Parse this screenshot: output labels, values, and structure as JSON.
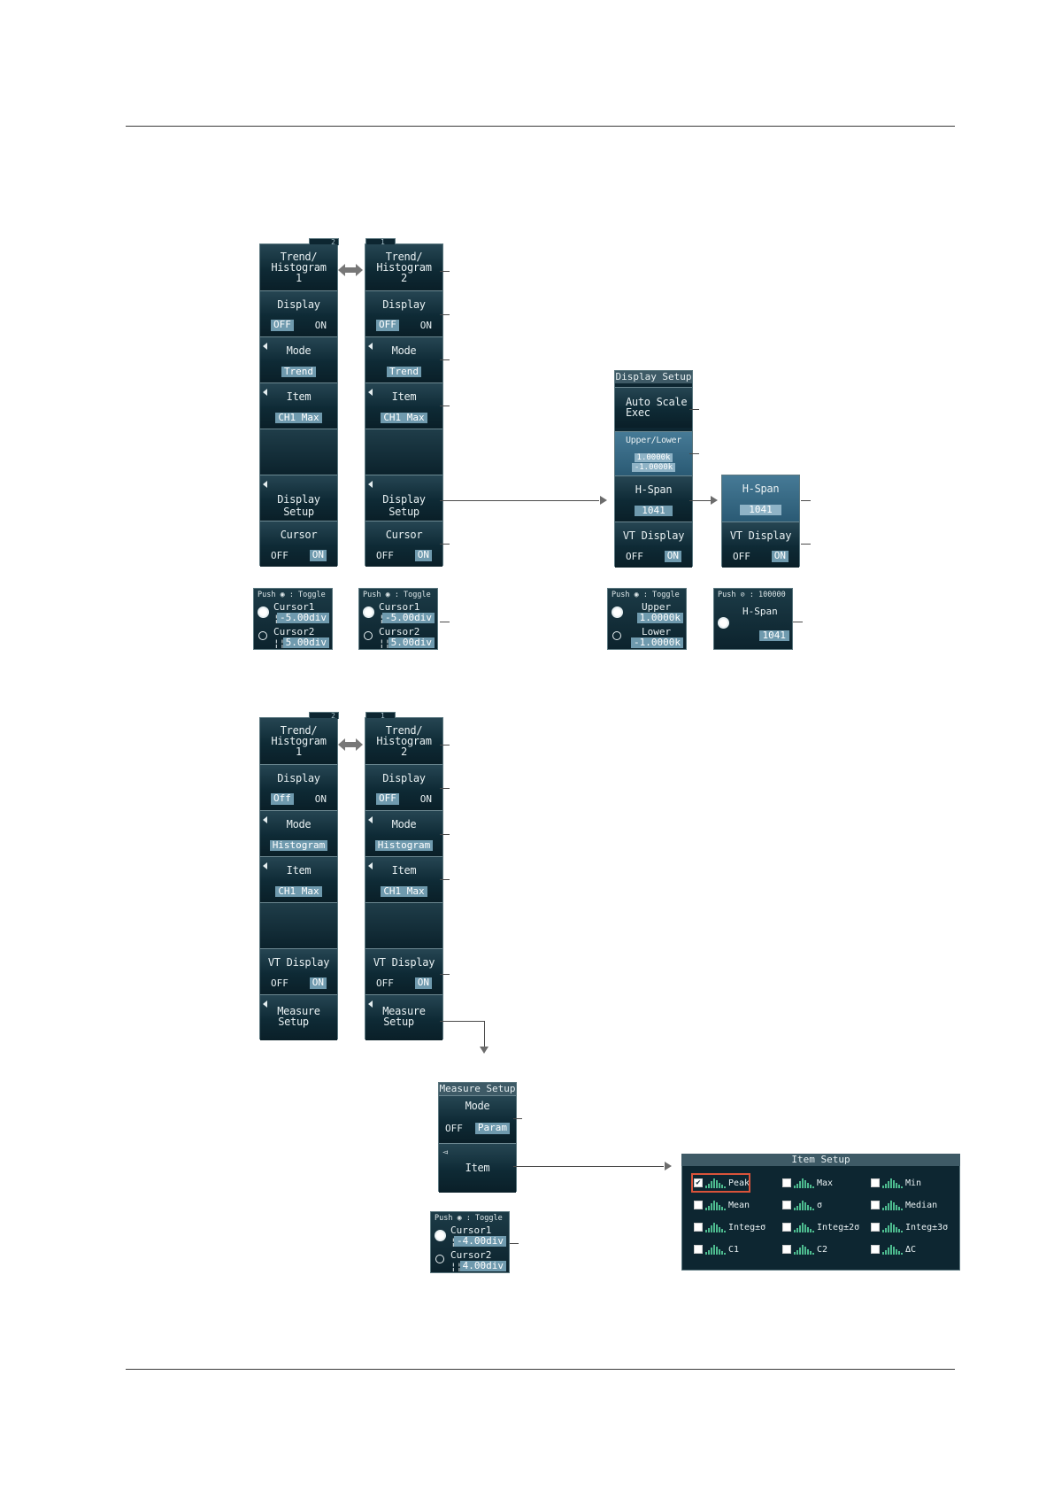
{
  "colors": {
    "panel_bg": "#0d2631",
    "value_highlight": "#6f9aae",
    "selected_button": "#467a96",
    "focus_outline": "#d9533a",
    "histogram_icon": "#4dbb8f"
  },
  "trend": {
    "menu1": {
      "tab": "2",
      "title1": "Trend/",
      "title2": "Histogram",
      "title3": "1",
      "display": "Display",
      "off": "OFF",
      "on": "ON",
      "mode": "Mode",
      "mode_val": "Trend",
      "item": "Item",
      "item_val": "CH1 Max",
      "setup": "Display Setup",
      "cursor": "Cursor"
    },
    "menu2": {
      "tab": "1",
      "title1": "Trend/",
      "title2": "Histogram",
      "title3": "2",
      "display": "Display",
      "off": "OFF",
      "on": "ON",
      "mode": "Mode",
      "mode_val": "Trend",
      "item": "Item",
      "item_val": "CH1 Max",
      "setup": "Display Setup",
      "cursor": "Cursor"
    },
    "cursor_panel": {
      "hint": "Push ◉ : Toggle",
      "c1": "Cursor1 ¦¦",
      "c1v": "-5.00div",
      "c2": "Cursor2 ¦¦",
      "c2v": "5.00div"
    }
  },
  "display_setup": {
    "caption": "Display Setup",
    "auto1": "Auto Scale",
    "auto2": "Exec",
    "ul": "Upper/Lower",
    "ul_v1": "1.0000k",
    "ul_v2": "-1.0000k",
    "hspan": "H-Span",
    "hspan_val": "1041",
    "vt": "VT Display",
    "off": "OFF",
    "on": "ON",
    "panel": {
      "hint": "Push ◉ : Toggle",
      "upper": "Upper",
      "upper_val": "1.0000k",
      "lower": "Lower",
      "lower_val": "-1.0000k"
    }
  },
  "hspan_menu": {
    "hspan": "H-Span",
    "hspan_val": "1041",
    "vt": "VT Display",
    "off": "OFF",
    "on": "ON",
    "panel": {
      "hint": "Push ⊘ : 100000",
      "label": "H-Span",
      "val": "1041"
    }
  },
  "hist": {
    "menu1": {
      "tab": "2",
      "title1": "Trend/",
      "title2": "Histogram",
      "title3": "1",
      "display": "Display",
      "off": "Off",
      "on": "ON",
      "mode": "Mode",
      "mode_val": "Histogram",
      "item": "Item",
      "item_val": "CH1 Max",
      "vt": "VT Display",
      "vt_off": "OFF",
      "vt_on": "ON",
      "measure1": "Measure",
      "measure2": "Setup"
    },
    "menu2": {
      "tab": "1",
      "title1": "Trend/",
      "title2": "Histogram",
      "title3": "2",
      "display": "Display",
      "off": "OFF",
      "on": "ON",
      "mode": "Mode",
      "mode_val": "Histogram",
      "item": "Item",
      "item_val": "CH1 Max",
      "vt": "VT Display",
      "vt_off": "OFF",
      "vt_on": "ON",
      "measure1": "Measure",
      "measure2": "Setup"
    }
  },
  "measure_setup": {
    "caption": "Measure Setup",
    "mode": "Mode",
    "off": "OFF",
    "param": "Param",
    "item": "Item",
    "panel": {
      "hint": "Push ◉ : Toggle",
      "c1": "Cursor1 ¦¦",
      "c1v": "-4.00div",
      "c2": "Cursor2 ¦¦",
      "c2v": "4.00div"
    }
  },
  "item_setup": {
    "caption": "Item Setup",
    "items": [
      "Peak",
      "Max",
      "Min",
      "Mean",
      "σ",
      "Median",
      "Integ±σ",
      "Integ±2σ",
      "Integ±3σ",
      "C1",
      "C2",
      "ΔC"
    ],
    "checked": [
      true,
      false,
      false,
      false,
      false,
      false,
      false,
      false,
      false,
      false,
      false,
      false
    ]
  }
}
